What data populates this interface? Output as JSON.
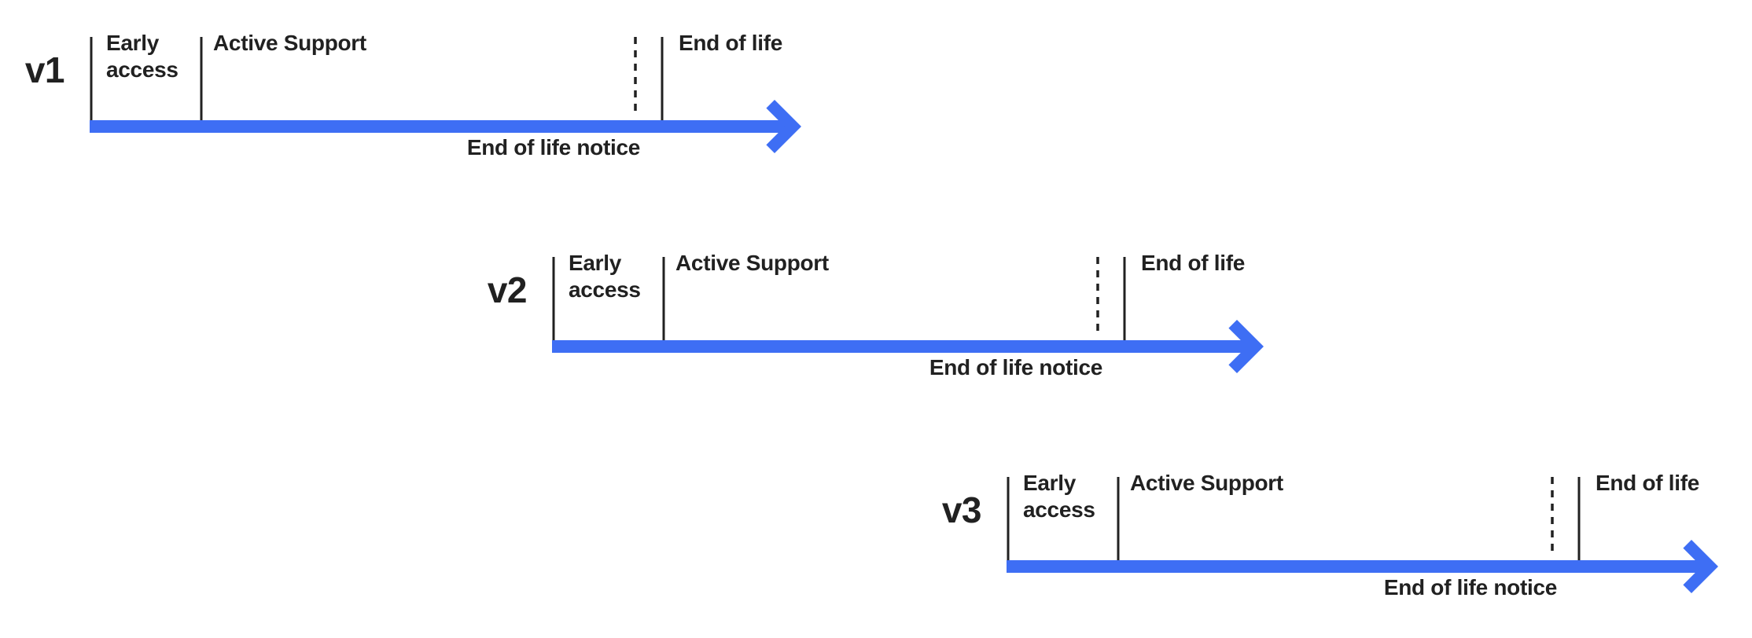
{
  "colors": {
    "timeline_blue": "#3E6EF4",
    "ink": "#212121",
    "background": "#FFFFFF"
  },
  "rows": [
    {
      "version": "v1",
      "labels": {
        "early_access": "Early access",
        "active_support": "Active Support",
        "end_of_life": "End of life",
        "end_of_life_notice": "End of life notice"
      }
    },
    {
      "version": "v2",
      "labels": {
        "early_access": "Early access",
        "active_support": "Active Support",
        "end_of_life": "End of life",
        "end_of_life_notice": "End of life notice"
      }
    },
    {
      "version": "v3",
      "labels": {
        "early_access": "Early access",
        "active_support": "Active Support",
        "end_of_life": "End of life",
        "end_of_life_notice": "End of life notice"
      }
    }
  ]
}
